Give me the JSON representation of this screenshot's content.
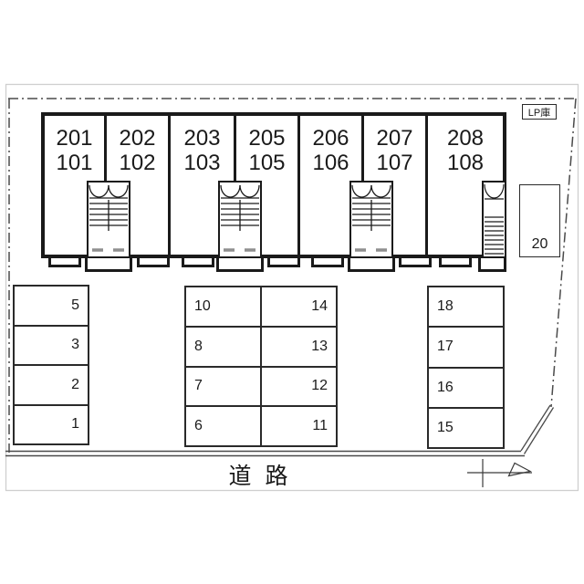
{
  "site": {
    "road_label": "道 路",
    "lp_label": "LP庫"
  },
  "building": {
    "units": [
      {
        "upper": "201",
        "lower": "101"
      },
      {
        "upper": "202",
        "lower": "102"
      },
      {
        "upper": "203",
        "lower": "103"
      },
      {
        "upper": "205",
        "lower": "105"
      },
      {
        "upper": "206",
        "lower": "106"
      },
      {
        "upper": "207",
        "lower": "107"
      },
      {
        "upper": "208",
        "lower": "108"
      }
    ]
  },
  "parking": {
    "left_column": [
      "5",
      "3",
      "2",
      "1"
    ],
    "middle_left_column": [
      "10",
      "8",
      "7",
      "6"
    ],
    "middle_right_column": [
      "14",
      "13",
      "12",
      "11"
    ],
    "right_column": [
      "18",
      "17",
      "16",
      "15"
    ],
    "separate_space": "20"
  },
  "colors": {
    "line": "#1a1a1a",
    "pline": "#2a2a2a",
    "boundary": "#4a4a4a",
    "frame": "#cfcfcf",
    "step": "#8f8f8f"
  }
}
